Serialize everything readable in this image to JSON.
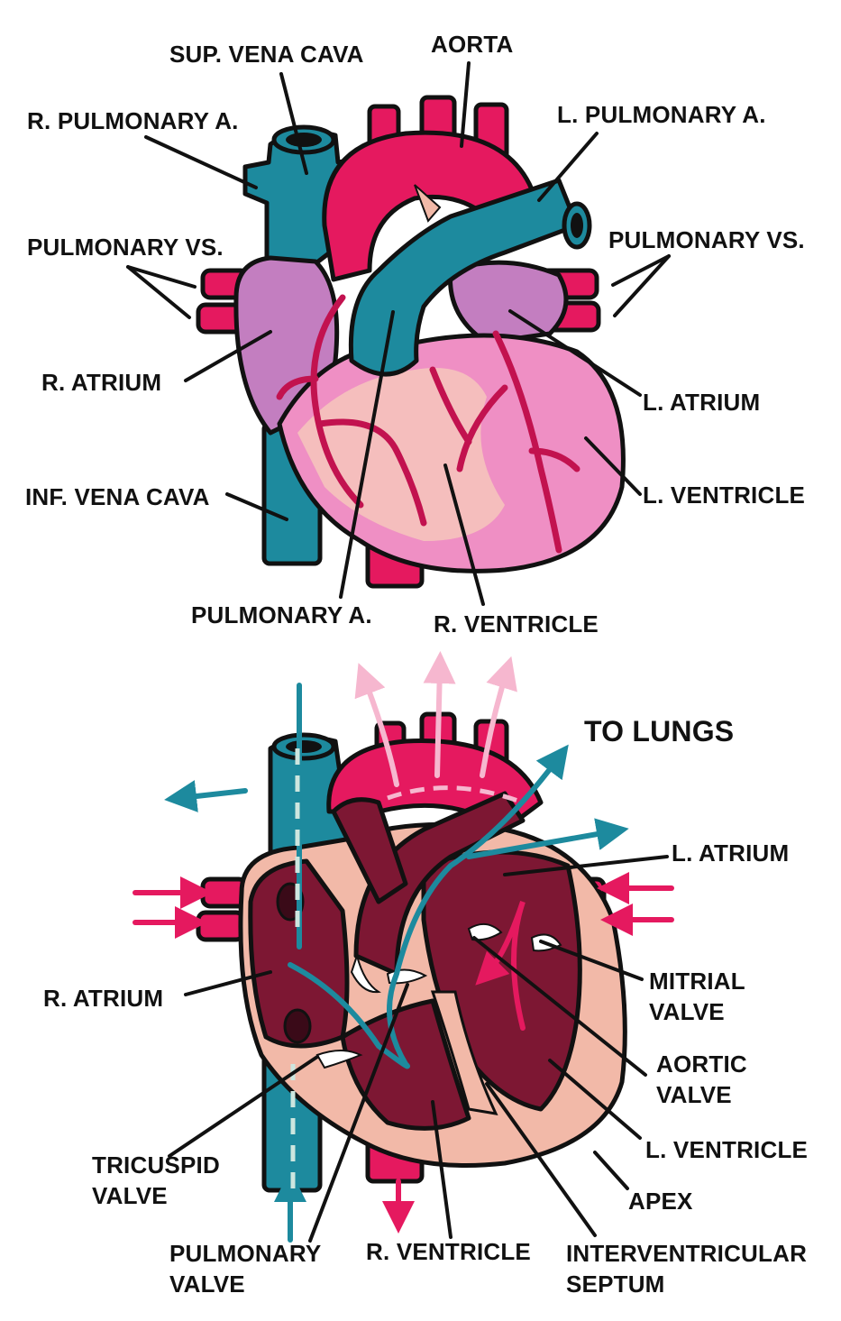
{
  "colors": {
    "vein_blue": "#1d8a9e",
    "artery_pink": "#e5195f",
    "atrium_purple": "#c37ec0",
    "ventricle_pink": "#ef8fc4",
    "inner_dark": "#7d1733",
    "wall_light": "#f2b9a8",
    "outline": "#111111"
  },
  "top_diagram": {
    "labels": {
      "sup_vena_cava": "SUP. VENA CAVA",
      "aorta": "AORTA",
      "r_pulmonary_a": "R. PULMONARY A.",
      "l_pulmonary_a": "L. PULMONARY A.",
      "pulmonary_vs_left": "PULMONARY VS.",
      "pulmonary_vs_right": "PULMONARY VS.",
      "r_atrium": "R. ATRIUM",
      "l_atrium": "L. ATRIUM",
      "l_ventricle": "L. VENTRICLE",
      "inf_vena_cava": "INF. VENA CAVA",
      "pulmonary_a": "PULMONARY A.",
      "r_ventricle": "R. VENTRICLE"
    }
  },
  "bottom_diagram": {
    "labels": {
      "to_lungs": "TO LUNGS",
      "l_atrium": "L. ATRIUM",
      "r_atrium": "R. ATRIUM",
      "mitrial_valve_1": "MITRIAL",
      "mitrial_valve_2": "VALVE",
      "aortic_valve_1": "AORTIC",
      "aortic_valve_2": "VALVE",
      "l_ventricle": "L. VENTRICLE",
      "tricuspid_valve_1": "TRICUSPID",
      "tricuspid_valve_2": "VALVE",
      "apex": "APEX",
      "pulmonary_valve_1": "PULMONARY",
      "pulmonary_valve_2": "VALVE",
      "r_ventricle": "R. VENTRICLE",
      "interventricular_septum_1": "INTERVENTRICULAR",
      "interventricular_septum_2": "SEPTUM"
    }
  }
}
